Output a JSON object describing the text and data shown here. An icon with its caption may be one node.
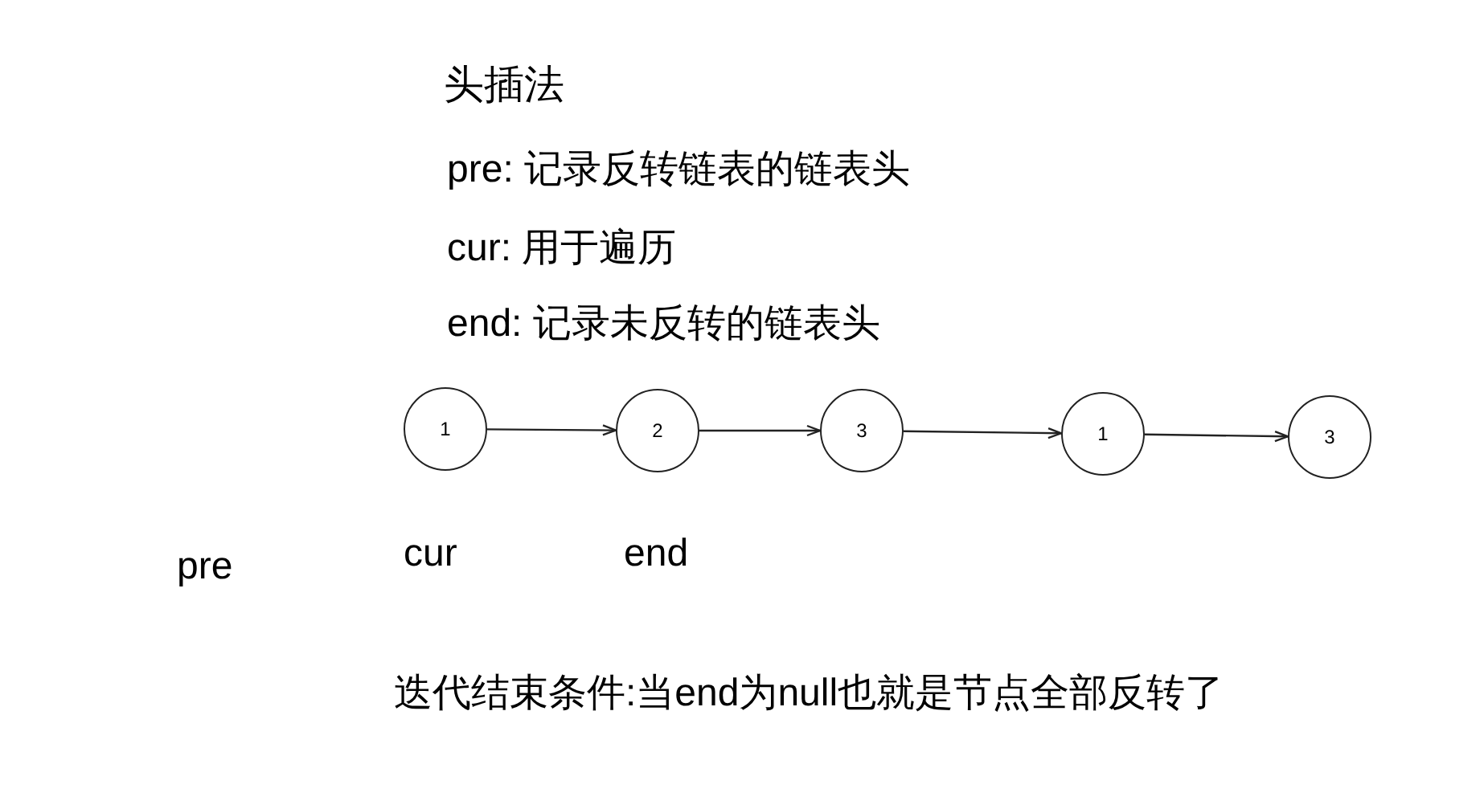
{
  "diagram": {
    "title": "头插法",
    "nodes": [
      {
        "text": [
          "1"
        ]
      },
      {
        "text": [
          "2"
        ]
      },
      {
        "text": [
          "3"
        ]
      },
      {
        "text": [
          "1"
        ]
      },
      {
        "text": [
          "3"
        ]
      }
    ],
    "edges": [
      {
        "from": 0,
        "to": 1,
        "arrow": "to"
      },
      {
        "from": 1,
        "to": 2,
        "arrow": "to"
      },
      {
        "from": 2,
        "to": 3,
        "arrow": "to"
      },
      {
        "from": 3,
        "to": 4,
        "arrow": "to"
      }
    ],
    "labels": [
      "pre: 记录反转链表的链表头",
      "cur: 用于遍历",
      "end: 记录未反转的链表头",
      "pre",
      "cur",
      "end",
      "迭代结束条件:当end为null也就是节点全部反转了"
    ]
  }
}
